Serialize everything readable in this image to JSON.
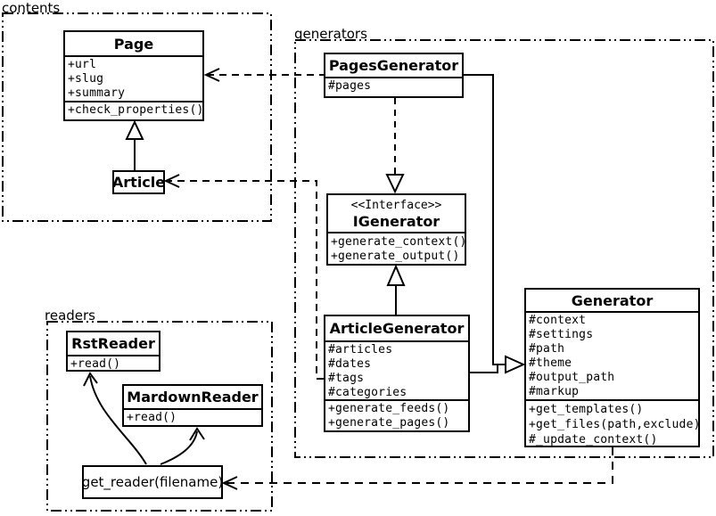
{
  "diagram_title": "Pelican UML class diagram",
  "colors": {
    "line": "#000000",
    "background": "#ffffff"
  },
  "packages": {
    "contents": {
      "label": "contents"
    },
    "generators": {
      "label": "generators"
    },
    "readers": {
      "label": "readers"
    }
  },
  "classes": {
    "page": {
      "name": "Page",
      "attributes": [
        "+url",
        "+slug",
        "+summary"
      ],
      "methods": [
        "+check_properties()"
      ]
    },
    "article": {
      "name": "Article"
    },
    "pages_generator": {
      "name": "PagesGenerator",
      "attributes": [
        "#pages"
      ]
    },
    "igenerator": {
      "stereotype": "<<Interface>>",
      "name": "IGenerator",
      "methods": [
        "+generate_context()",
        "+generate_output()"
      ]
    },
    "article_generator": {
      "name": "ArticleGenerator",
      "attributes": [
        "#articles",
        "#dates",
        "#tags",
        "#categories"
      ],
      "methods": [
        "+generate_feeds()",
        "+generate_pages()"
      ]
    },
    "generator": {
      "name": "Generator",
      "attributes": [
        "#context",
        "#settings",
        "#path",
        "#theme",
        "#output_path",
        "#markup"
      ],
      "methods": [
        "+get_templates()",
        "+get_files(path,exclude)",
        "#_update_context()"
      ]
    },
    "rst_reader": {
      "name": "RstReader",
      "methods": [
        "+read()"
      ]
    },
    "mardown_reader": {
      "name": "MardownReader",
      "methods": [
        "+read()"
      ]
    },
    "get_reader": {
      "label": "get_reader(filename)"
    }
  },
  "relationships": [
    {
      "from": "Article",
      "to": "Page",
      "type": "generalization"
    },
    {
      "from": "PagesGenerator",
      "to": "Page",
      "type": "dependency"
    },
    {
      "from": "ArticleGenerator",
      "to": "Article",
      "type": "dependency"
    },
    {
      "from": "PagesGenerator",
      "to": "IGenerator",
      "type": "realization"
    },
    {
      "from": "ArticleGenerator",
      "to": "IGenerator",
      "type": "generalization"
    },
    {
      "from": "PagesGenerator",
      "to": "Generator",
      "type": "generalization"
    },
    {
      "from": "ArticleGenerator",
      "to": "Generator",
      "type": "generalization"
    },
    {
      "from": "Generator",
      "to": "get_reader(filename)",
      "type": "dependency"
    },
    {
      "from": "get_reader(filename)",
      "to": "RstReader",
      "type": "creates"
    },
    {
      "from": "get_reader(filename)",
      "to": "MardownReader",
      "type": "creates"
    }
  ]
}
